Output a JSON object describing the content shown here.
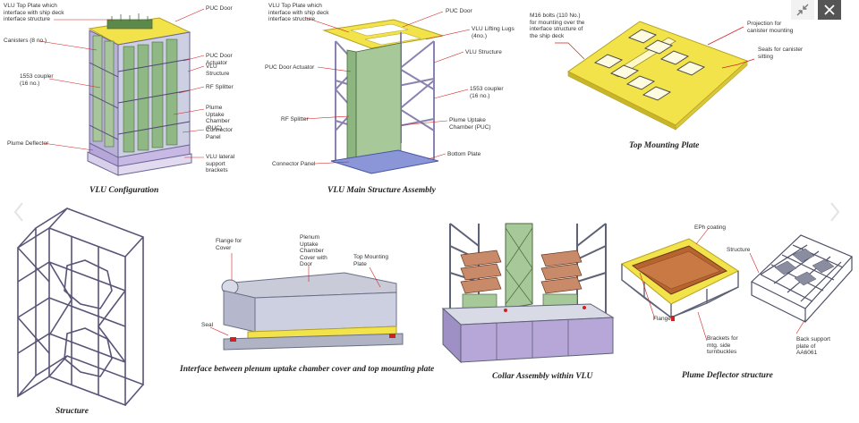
{
  "controls": {
    "shrink_icon": "shrink-arrows-icon",
    "close_icon": "close-x-icon"
  },
  "colors": {
    "frame": "#8a82b0",
    "frame_dark": "#4e4870",
    "plate": "#f3e34a",
    "plate_edge": "#b5a21e",
    "panel_green": "#a7c99a",
    "panel_grey": "#c9cbd8",
    "copper": "#c46a3a",
    "leader": "#d22020",
    "base_purple": "#b7a6d8",
    "deck_blue": "#8a96d8"
  },
  "vlu_config": {
    "caption": "VLU Configuration",
    "labels": {
      "top_plate": "VLU Top Plate which\ninterface with ship deck\ninterface structure",
      "canisters": "Canisters (8 no.)",
      "coupler": "1553 coupler\n(16 no.)",
      "deflector": "Plume Deflector",
      "puc_door": "PUC Door",
      "door_actuator": "PUC Door Actuator",
      "structure": "VLU Structure",
      "rf_splitter": "RF Splitter",
      "puc": "Plume Uptake\nChamber (PUC)",
      "connector_panel": "Connector Panel",
      "lateral": "VLU lateral\nsupport\nbrackets"
    }
  },
  "main_assembly": {
    "caption": "VLU Main Structure Assembly",
    "labels": {
      "top_plate": "VLU Top Plate which\ninterface with ship deck\ninterface structure",
      "door_actuator": "PUC Door Actuator",
      "rf_splitter": "RF Splitter",
      "connector_panel": "Connector Panel",
      "puc_door": "PUC Door",
      "lifting_lugs": "VLU Lifting Lugs\n(4no.)",
      "structure": "VLU Structure",
      "coupler": "1553 coupler\n(16 no.)",
      "puc": "Plume Uptake\nChamber (PUC)",
      "bottom_plate": "Bottom Plate"
    }
  },
  "top_plate": {
    "caption": "Top Mounting Plate",
    "labels": {
      "bolts": "M16 bolts (110 No.)\nfor mounting over the\ninterface structure of\nthe ship deck",
      "projection": "Projection for\ncanister mounting",
      "seals": "Seals for canister\nsitting"
    }
  },
  "structure": {
    "caption": "Structure"
  },
  "interface": {
    "caption": "Interface between plenum uptake chamber cover and top mounting plate",
    "labels": {
      "flange": "Flange for\nCover",
      "cover": "Plenum\nUptake\nChamber\nCover with\nDoor",
      "top_mounting": "Top Mounting\nPlate",
      "seal": "Seal"
    }
  },
  "collar": {
    "caption": "Collar Assembly within VLU"
  },
  "deflector": {
    "caption": "Plume Deflector structure",
    "labels": {
      "coating": "EPh coating",
      "structure": "Structure",
      "flange": "Flange",
      "brackets": "Brackets for\nmtg. side\nturnbuckles",
      "back_plate": "Back support\nplate of\nAA6061"
    }
  }
}
